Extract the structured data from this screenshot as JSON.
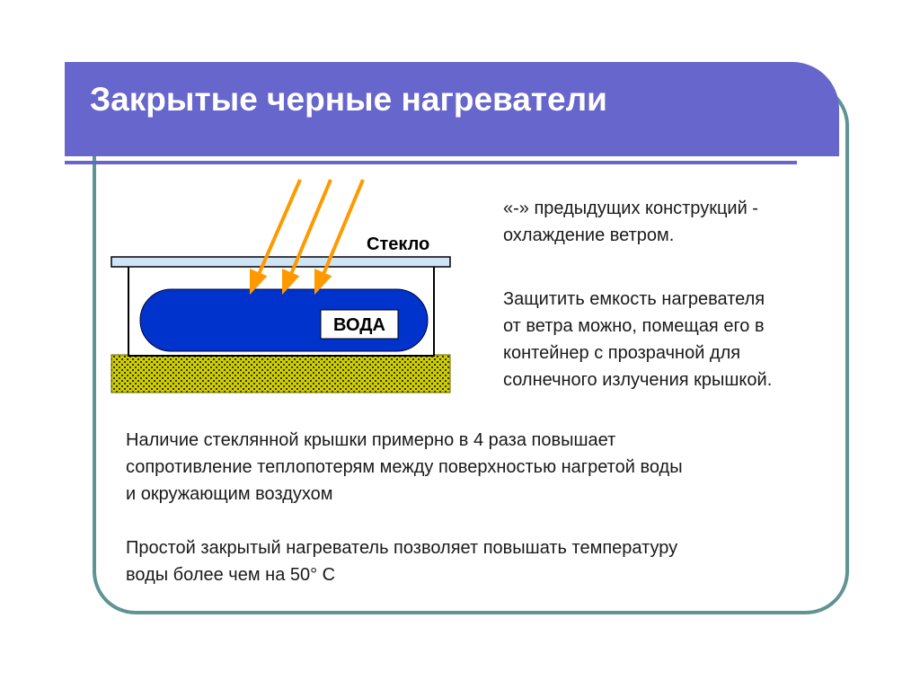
{
  "slide": {
    "title": "Закрытые черные нагреватели"
  },
  "diagram": {
    "glass_label": "Стекло",
    "water_label": "ВОДА",
    "colors": {
      "glass": "#cfe4f6",
      "container": "#ffffff",
      "water": "#0033cc",
      "base": "#cccc00",
      "rays": "#ff9900"
    }
  },
  "text": {
    "p1": "«-» предыдущих конструкций -\nохлаждение ветром.",
    "p2": "Защитить емкость нагревателя\nот ветра можно, помещая его в\nконтейнер с прозрачной для\nсолнечного излучения крышкой.",
    "p3": "Наличие стеклянной крышки примерно в 4 раза повышает\nсопротивление теплопотерям между поверхностью нагретой воды\nи окружающим воздухом",
    "p4": "Простой закрытый нагреватель позволяет повышать температуру\nводы более чем на 50° С"
  },
  "colors": {
    "title_bar": "#6666cc",
    "frame_border": "#5f9492",
    "title_text": "#ffffff"
  }
}
